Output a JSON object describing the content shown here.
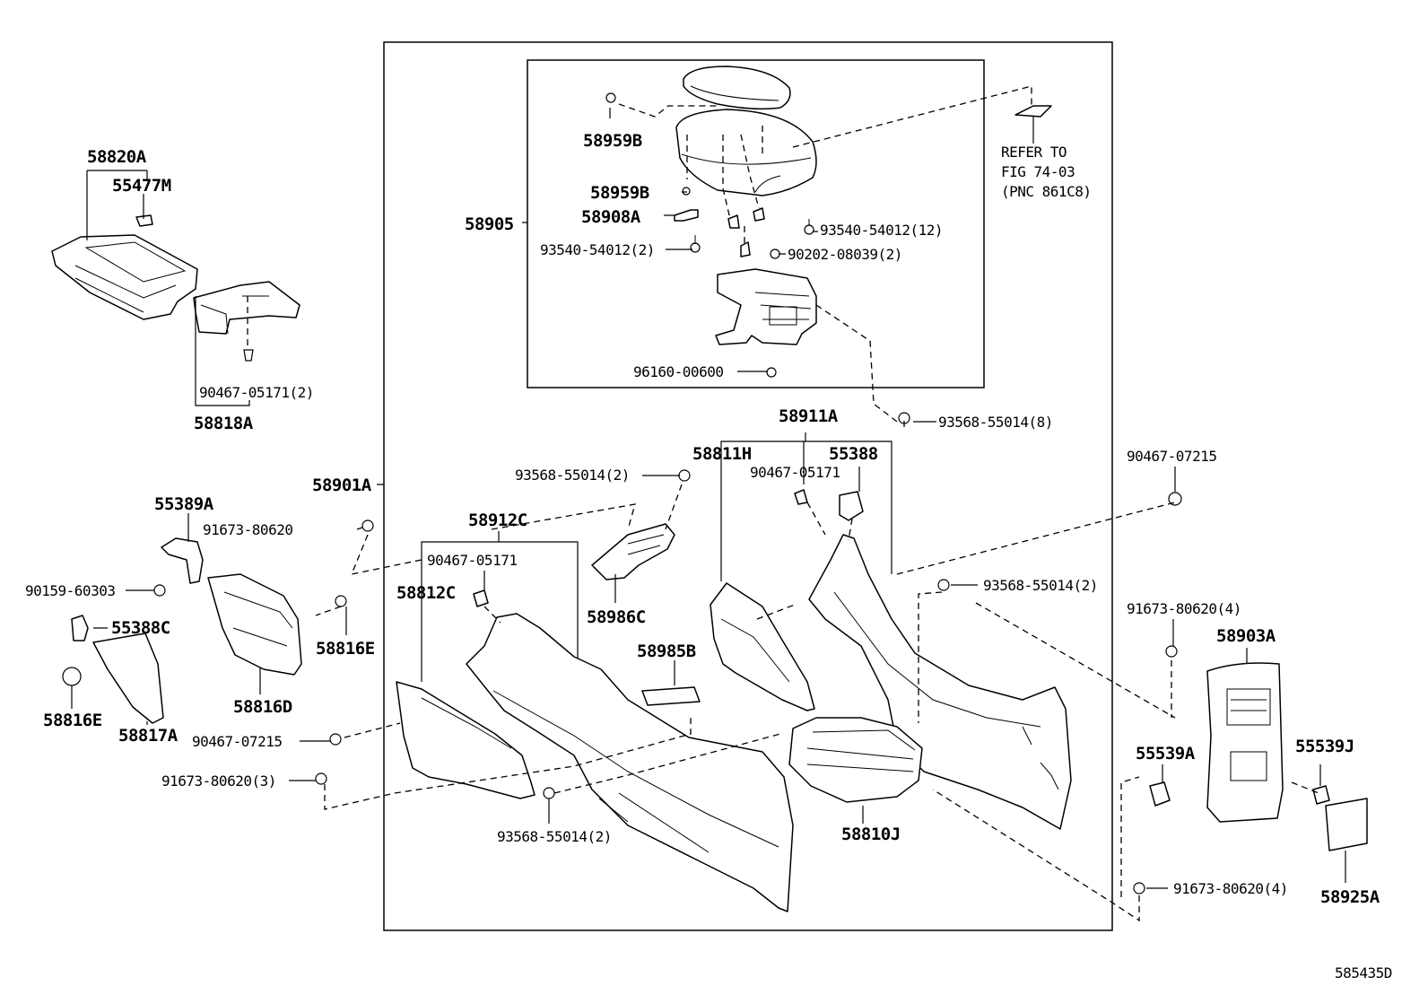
{
  "diagram_id": "585435D",
  "refer_note": [
    "REFER TO",
    "FIG 74-03",
    "(PNC 861C8)"
  ],
  "labels": {
    "p58820A": "58820A",
    "p55477M": "55477M",
    "p90467_05171_2": "90467-05171(2)",
    "p58818A": "58818A",
    "p58959B_top": "58959B",
    "p58959B_mid": "58959B",
    "p58908A": "58908A",
    "p58905": "58905",
    "p93540_54012_2": "93540-54012(2)",
    "p93540_54012_12": "93540-54012(12)",
    "p90202_08039_2": "90202-08039(2)",
    "p96160_00600": "96160-00600",
    "p93568_55014_8": "93568-55014(8)",
    "p58911A": "58911A",
    "p58811H": "58811H",
    "p55388": "55388",
    "p90467_05171_r": "90467-05171",
    "p93568_55014_2_top": "93568-55014(2)",
    "p58901A": "58901A",
    "p58912C": "58912C",
    "p90467_05171_c": "90467-05171",
    "p58812C": "58812C",
    "p58986C": "58986C",
    "p58985B": "58985B",
    "p55389A": "55389A",
    "p91673_80620": "91673-80620",
    "p90159_60303": "90159-60303",
    "p55388C": "55388C",
    "p58816E_r": "58816E",
    "p58816E_l": "58816E",
    "p58816D": "58816D",
    "p58817A": "58817A",
    "p90467_07215_l": "90467-07215",
    "p91673_80620_3": "91673-80620(3)",
    "p93568_55014_2_bot": "93568-55014(2)",
    "p58810J": "58810J",
    "p90467_07215_r": "90467-07215",
    "p93568_55014_2_r": "93568-55014(2)",
    "p91673_80620_4_top": "91673-80620(4)",
    "p58903A": "58903A",
    "p55539A": "55539A",
    "p55539J": "55539J",
    "p91673_80620_4_bot": "91673-80620(4)",
    "p58925A": "58925A"
  }
}
